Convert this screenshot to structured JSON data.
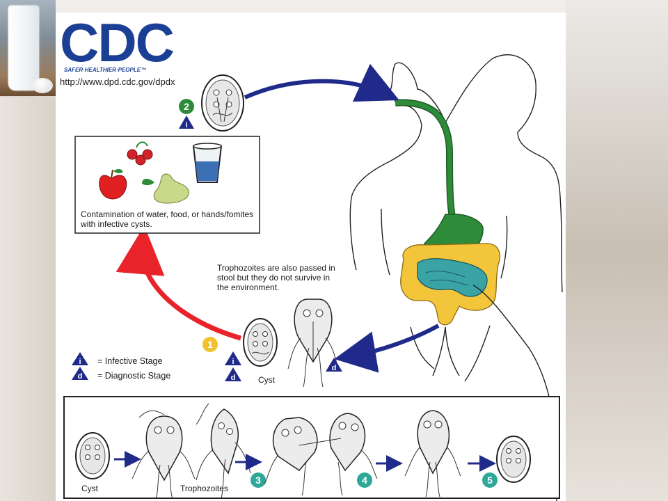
{
  "logo": {
    "text": "CDC",
    "tagline": "SAFER·HEALTHIER·PEOPLE™"
  },
  "url": "http://www.dpd.cdc.gov/dpdx",
  "contamination_text": "Contamination of water, food, or hands/fomites with infective cysts.",
  "trophozoite_note": "Trophozoites are also passed in stool but they do not survive in the environment.",
  "legend": {
    "infective_symbol": "i",
    "infective_label": "= Infective Stage",
    "diagnostic_symbol": "d",
    "diagnostic_label": "= Diagnostic Stage"
  },
  "labels": {
    "cyst_top": "Cyst",
    "cyst_bottom": "Cyst",
    "trophozoites": "Trophozoites"
  },
  "steps": [
    "1",
    "2",
    "3",
    "4",
    "5"
  ],
  "colors": {
    "arrow_blue": "#1f2a8a",
    "arrow_red": "#e8232a",
    "esophagus_green": "#2e8b3a",
    "colon_yellow": "#f3c53b",
    "intestine_teal": "#3aa3a6",
    "step_yellow": "#f2c12e",
    "step_teal": "#2fa89a",
    "logo_blue": "#1b3f94"
  }
}
